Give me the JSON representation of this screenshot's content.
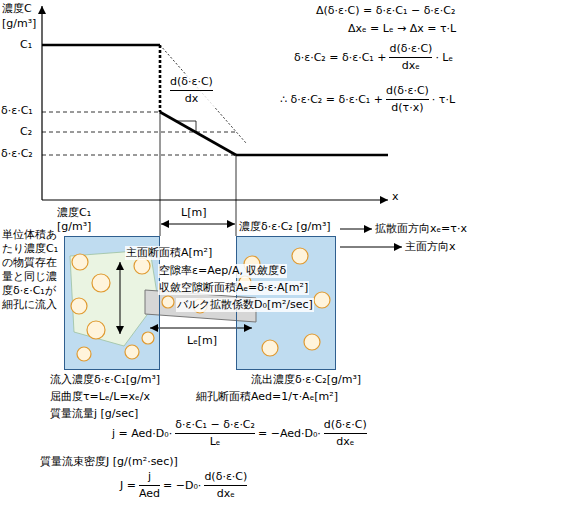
{
  "diagram": {
    "nodes": [
      {
        "text": [
          "濃度C₁ [g/m³]"
        ]
      },
      {
        "text": [
          "濃度δ·ε·C₂ [g/m³]"
        ]
      }
    ],
    "labels": [
      "濃度C",
      "[g/m³]",
      "C₁",
      "δ·ε·C₁",
      "C₂",
      "δ·ε·C₂",
      "x",
      "d(δ·ε·C)",
      "dx",
      "Δ(δ·ε·C) = δ·ε·C₁ − δ·ε·C₂",
      "Δxₑ = Lₑ → Δx = τ·L",
      "δ·ε·C₂ = δ·ε·C₁ +",
      "d(δ·ε·C)",
      "dxₑ",
      "· Lₑ",
      "∴ δ·ε·C₂ = δ·ε·C₁ +",
      "d(δ·ε·C)",
      "d(τ·x)",
      "· τ·L",
      "L[m]",
      "拡散面方向xₑ=τ·x",
      "主面方向x",
      "単位体積あたり濃度C₁の物質存在量と同じ濃度δ·ε·C₁が細孔に流入",
      "主面断面積A[m²]",
      "空隙率ε=Aep/A, 収斂度δ",
      "収斂空隙断面積Aₑ=δ·ε·A[m²]",
      "バルク拡散係数D₀[m²/sec]",
      "Lₑ[m]",
      "流入濃度δ·ε·C₁[g/m³]",
      "流出濃度δ·ε·C₂[g/m³]",
      "屈曲度τ=Lₑ/L=xₑ/x",
      "細孔断面積Aed=1/τ·Aₑ[m²]",
      "質量流量j [g/sec]",
      "j = Aed·D₀·",
      "δ·ε·C₁ − δ·ε·C₂",
      "Lₑ",
      "= −Aed·D₀·",
      "d(δ·ε·C)",
      "dxₑ",
      "質量流束密度J [g/(m²·sec)]",
      "J =",
      "j",
      "Aed",
      "= −D₀·",
      "d(δ·ε·C)",
      "dxₑ"
    ]
  }
}
